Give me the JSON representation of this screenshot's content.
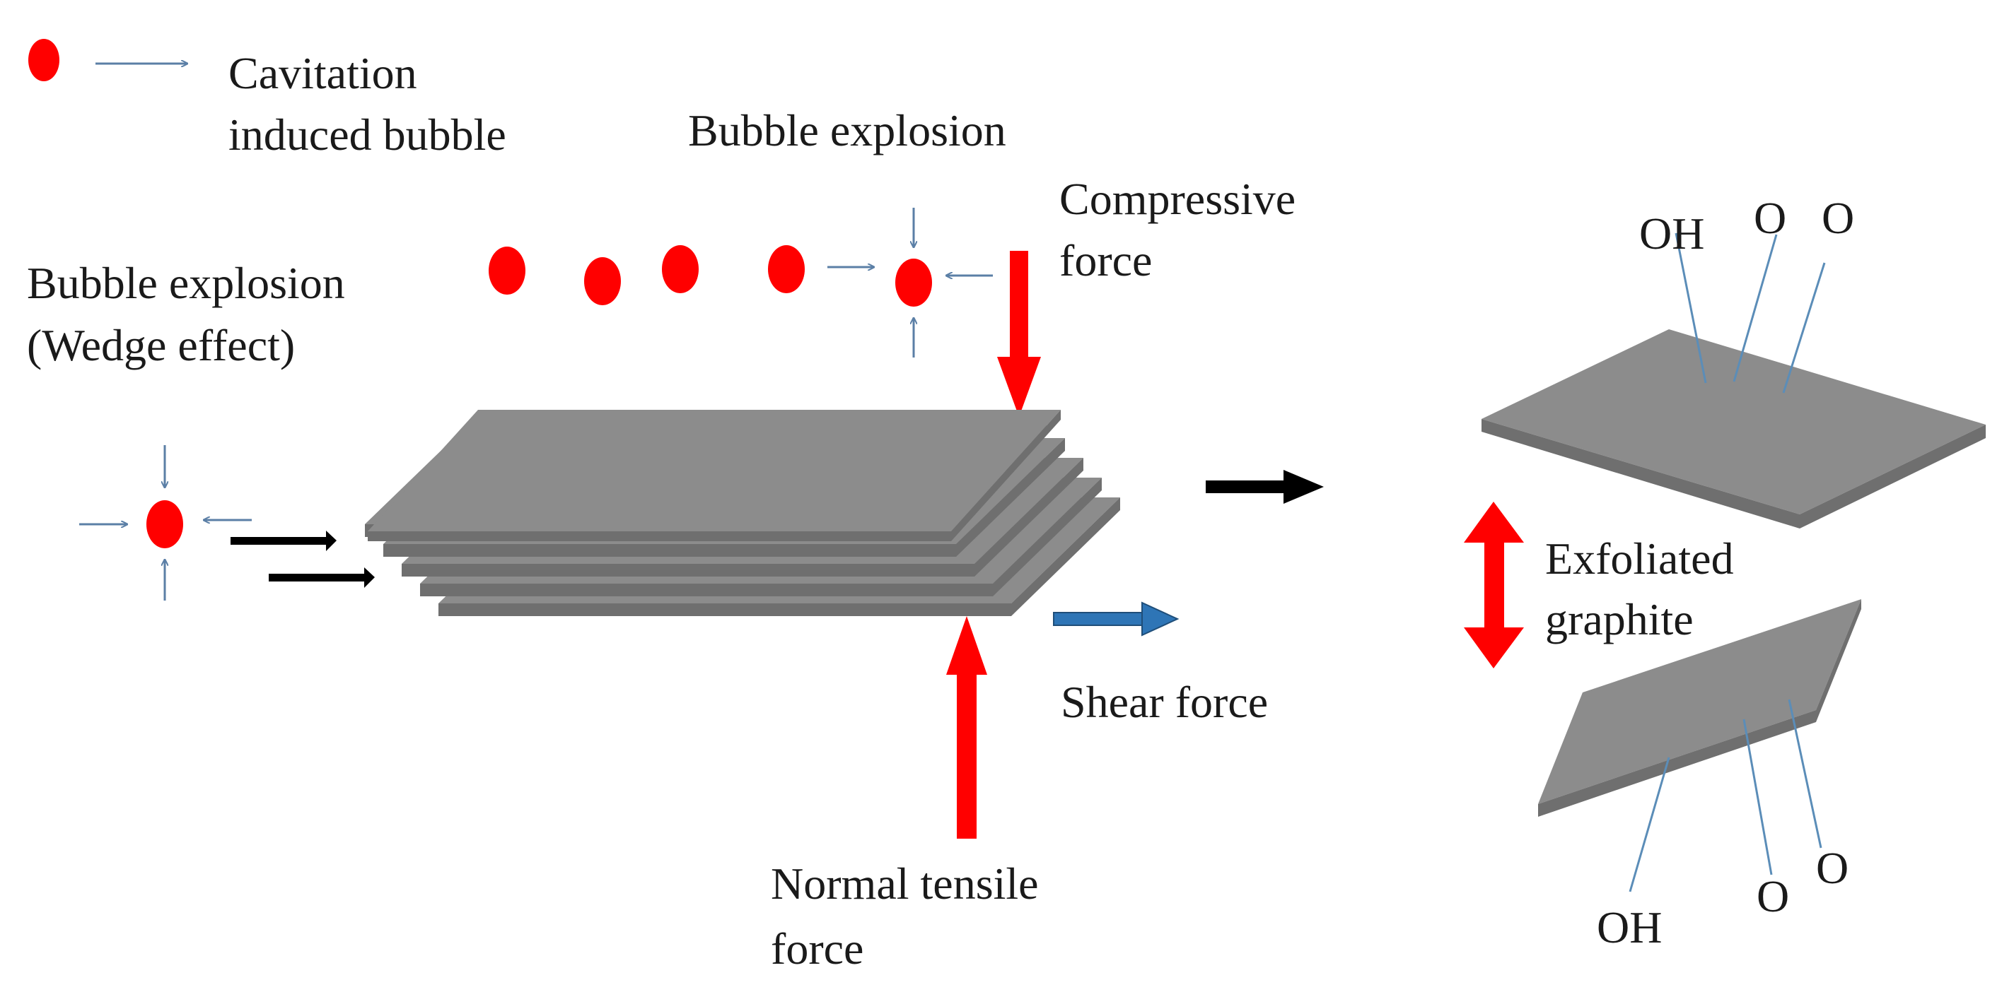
{
  "labels": {
    "legend_line1": "Cavitation",
    "legend_line2": "induced bubble",
    "bubble_explosion_top": "Bubble explosion",
    "compressive_line1": "Compressive",
    "compressive_line2": "force",
    "wedge_line1": "Bubble explosion",
    "wedge_line2": "(Wedge effect)",
    "shear": "Shear force",
    "tensile_line1": "Normal tensile",
    "tensile_line2": "force",
    "exfoliated_line1": "Exfoliated",
    "exfoliated_line2": "graphite",
    "top_oh": "OH",
    "top_o1": "O",
    "top_o2": "O",
    "bottom_oh": "OH",
    "bottom_o1": "O",
    "bottom_o2": "O"
  },
  "colors": {
    "bubble": "#ff0000",
    "force_arrow": "#ff0000",
    "flow_arrow": "#000000",
    "shear_arrow": "#2e75b6",
    "thin_arrow": "#5b7fa6",
    "sheet_face": "#8c8c8c",
    "sheet_edge": "#6f6f6f",
    "functional_line": "#5b8db8"
  }
}
